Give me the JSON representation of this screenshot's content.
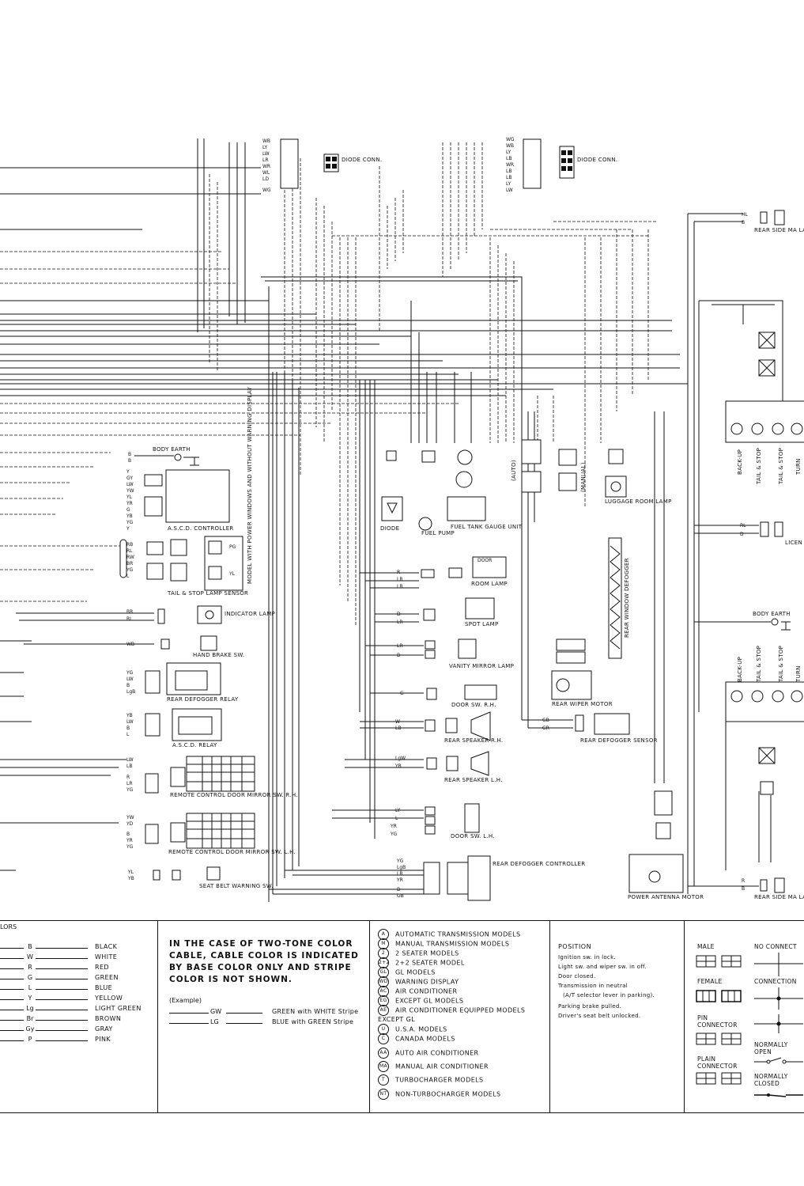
{
  "diagram": {
    "labels": {
      "diode_conn_1": "DIODE CONN.",
      "diode_conn_2": "DIODE CONN.",
      "rear_side_marker_rh": "REAR SIDE MA LAMP R.H.",
      "rear_side_marker_lh": "REAR SIDE MA LAMP L.H.",
      "body_earth_1": "BODY EARTH",
      "body_earth_2": "BODY EARTH",
      "ascd_controller": "A.S.C.D. CONTROLLER",
      "model_note": "MODEL WITH POWER WINDOWS AND WITHOUT WARNING DISPLAY",
      "tail_stop_sensor": "TAIL & STOP LAMP SENSOR",
      "indicator_lamp": "INDICATOR LAMP",
      "hand_brake_sw": "HAND BRAKE SW.",
      "rear_defogger_relay": "REAR DEFOGGER RELAY",
      "ascd_relay": "A.S.C.D. RELAY",
      "remote_mirror_rh": "REMOTE CONTROL DOOR MIRROR SW. R.H.",
      "remote_mirror_lh": "REMOTE CONTROL DOOR MIRROR SW. L.H.",
      "seat_belt_sw": "SEAT BELT WARNING SW.",
      "diode": "DIODE",
      "fuel_pump": "FUEL PUMP",
      "fuel_tank_gauge": "FUEL TANK GAUGE UNIT",
      "room_lamp": "ROOM LAMP",
      "door": "DOOR",
      "spot_lamp": "SPOT LAMP",
      "vanity_mirror": "VANITY MIRROR LAMP",
      "door_sw_rh": "DOOR SW. R.H.",
      "rear_speaker_rh": "REAR SPEAKER R.H.",
      "rear_speaker_lh": "REAR SPEAKER L.H.",
      "door_sw_lh": "DOOR SW. L.H.",
      "rear_defogger_controller": "REAR DEFOGGER CONTROLLER",
      "auto": "(AUTO)",
      "manual": "(MANUAL)",
      "luggage_room_lamp": "LUGGAGE ROOM LAMP",
      "rear_window_defogger": "REAR WINDOW DEFOGGER",
      "rear_wiper_motor": "REAR WIPER MOTOR",
      "rear_defogger_sensor": "REAR DEFOGGER SENSOR",
      "power_antenna_motor": "POWER ANTENNA MOTOR",
      "back_up": "BACK-UP",
      "tail_stop": "TAIL & STOP",
      "turn": "TURN",
      "licence_plate": "LICEN PLATE"
    },
    "wire_codes": {
      "diode1": [
        "WB",
        "LY",
        "LW",
        "LR",
        "WR",
        "WL",
        "LD",
        "WG"
      ],
      "diode2": [
        "WG",
        "WB",
        "LY",
        "LB",
        "WR",
        "LB",
        "LB",
        "LY",
        "LW"
      ],
      "ascd": [
        "Y",
        "GY",
        "LW",
        "YW",
        "YL",
        "YR",
        "G",
        "YB",
        "YG",
        "Y"
      ],
      "sensor": [
        "RB",
        "RL",
        "RW",
        "BR",
        "YG",
        "L"
      ],
      "indicator": [
        "BR",
        "RL"
      ],
      "handbrake": [
        "WB"
      ],
      "defog_relay": [
        "YG",
        "LW",
        "B",
        "LgB"
      ],
      "ascd_relay": [
        "YB",
        "LW",
        "B",
        "L"
      ],
      "mirror_rh": [
        "LW",
        "LB",
        "R",
        "LR",
        "YG"
      ],
      "mirror_lh": [
        "YW",
        "YD",
        "B",
        "YR",
        "YG"
      ],
      "seatbelt": [
        "YL",
        "YB"
      ],
      "room": [
        "R",
        "LR",
        "LB"
      ],
      "spot": [
        "D",
        "LR"
      ],
      "vanity": [
        "LR",
        "B"
      ],
      "doorsw_rh": [
        "G"
      ],
      "spk_rh": [
        "W",
        "LB"
      ],
      "spk_lh": [
        "LgW",
        "YB"
      ],
      "doorsw_lh": [
        "LY",
        "L",
        "YR",
        "YG"
      ],
      "defog_ctrl": [
        "YG",
        "LgB",
        "LB",
        "YR",
        "B",
        "GB"
      ],
      "body_earth": [
        "B",
        "B"
      ],
      "tail_rh": [
        "HL",
        "B"
      ],
      "tail_lh": [
        "R",
        "B"
      ],
      "licence": [
        "RL",
        "D"
      ],
      "rear_sensor": [
        "GB",
        "GR"
      ]
    }
  },
  "legend": {
    "colors_header": "LORS",
    "colors": [
      {
        "code": "B",
        "name": "BLACK"
      },
      {
        "code": "W",
        "name": "WHITE"
      },
      {
        "code": "R",
        "name": "RED"
      },
      {
        "code": "G",
        "name": "GREEN"
      },
      {
        "code": "L",
        "name": "BLUE"
      },
      {
        "code": "Y",
        "name": "YELLOW"
      },
      {
        "code": "Lg",
        "name": "LIGHT GREEN"
      },
      {
        "code": "Br",
        "name": "BROWN"
      },
      {
        "code": "Gy",
        "name": "GRAY"
      },
      {
        "code": "P",
        "name": "PINK"
      }
    ],
    "two_tone": {
      "title": "IN THE CASE OF TWO-TONE COLOR CABLE, CABLE COLOR IS INDICATED BY BASE COLOR ONLY AND STRIPE COLOR IS NOT SHOWN.",
      "example_label": "(Example)",
      "examples": [
        {
          "code": "GW",
          "desc": "GREEN with WHITE Stripe"
        },
        {
          "code": "LG",
          "desc": "BLUE with GREEN Stripe"
        }
      ]
    },
    "notes": [
      {
        "sym": "A",
        "text": "AUTOMATIC TRANSMISSION MODELS"
      },
      {
        "sym": "M",
        "text": "MANUAL TRANSMISSION MODELS"
      },
      {
        "sym": "2",
        "text": "2 SEATER MODELS"
      },
      {
        "sym": "2+2",
        "text": "2+2 SEATER MODEL"
      },
      {
        "sym": "GL",
        "text": "GL MODELS"
      },
      {
        "sym": "WD",
        "text": "WARNING DISPLAY"
      },
      {
        "sym": "AC",
        "text": "AIR CONDITIONER"
      },
      {
        "sym": "EG",
        "text": "EXCEPT GL MODELS"
      },
      {
        "sym": "AE",
        "text": "AIR CONDITIONER EQUIPPED MODELS EXCEPT GL"
      },
      {
        "sym": "U",
        "text": "U.S.A. MODELS"
      },
      {
        "sym": "C",
        "text": "CANADA MODELS"
      },
      {
        "sym": "AA",
        "text": "AUTO AIR CONDITIONER"
      },
      {
        "sym": "MA",
        "text": "MANUAL AIR CONDITIONER"
      },
      {
        "sym": "T",
        "text": "TURBOCHARGER MODELS"
      },
      {
        "sym": "NT",
        "text": "NON-TURBOCHARGER MODELS"
      }
    ],
    "position": {
      "title": "POSITION",
      "items": [
        "Ignition sw. in lock.",
        "Light sw. and wiper sw. in off.",
        "Door closed.",
        "Transmission in neutral",
        "(A/T selector lever in parking).",
        "Parking brake pulled.",
        "Driver's seat belt unlocked."
      ]
    },
    "connectors": {
      "male": "MALE",
      "female": "FEMALE",
      "pin": "PIN CONNECTOR",
      "plain": "PLAIN CONNECTOR",
      "no_connect": "NO CONNECT",
      "connection": "CONNECTION",
      "normally_open": "NORMALLY OPEN",
      "normally_closed": "NORMALLY CLOSED"
    }
  }
}
